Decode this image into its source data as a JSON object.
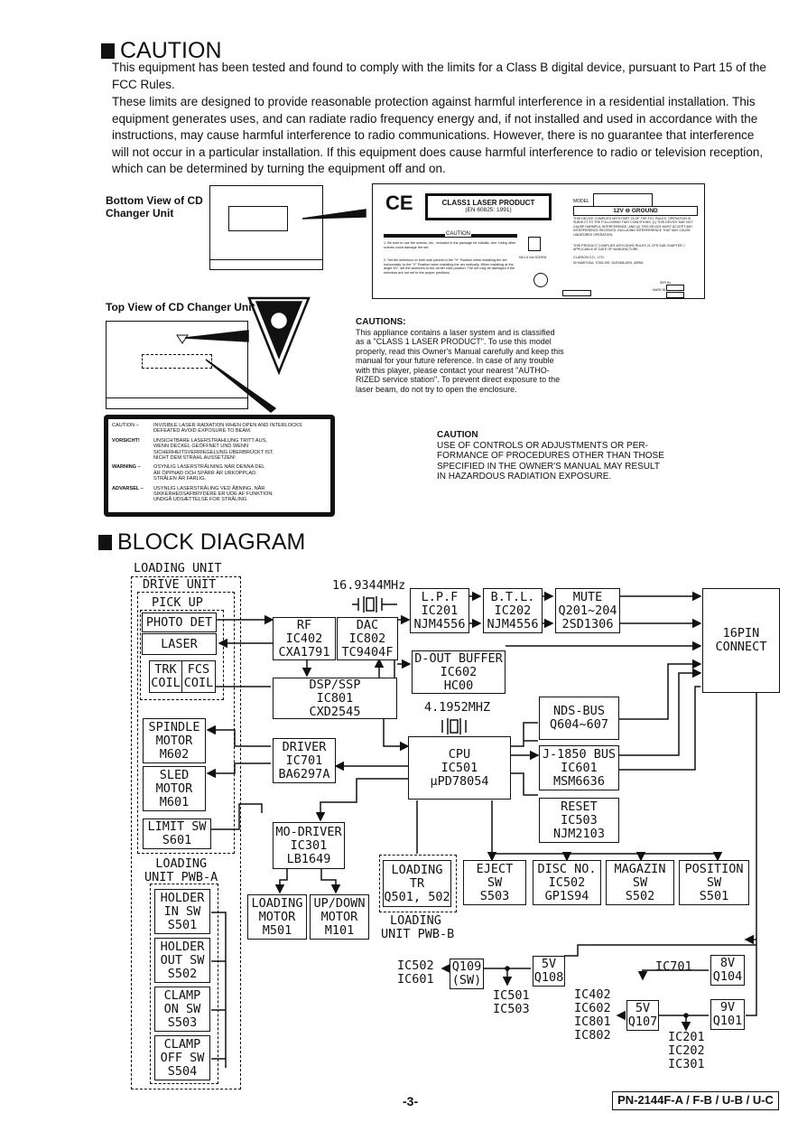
{
  "caution_section": {
    "heading": "CAUTION",
    "para1_line1": "This equipment has been tested and found to comply with the limits for a Class B digital device, pursuant to Part 15 of the",
    "para1_line2": "FCC Rules.",
    "para2_lines": [
      "These limits are designed to provide reasonable protection against harmful interference in a residential installation. This",
      "equipment generates uses, and can radiate radio frequency energy and, if not installed and used in accordance with the",
      "instructions, may cause harmful interference to radio communications. However, there is no guarantee that interference",
      "will not occur in a particular installation. If this equipment does cause harmful interference to radio or television reception,",
      "which can be determined by turning the equipment off and on."
    ],
    "bottom_view_label": [
      "Bottom View of CD",
      "Changer Unit"
    ],
    "top_view_label": "Top View of CD Changer Unit",
    "label_plate": {
      "ce_mark": "CE",
      "class1_title": "CLASS1 LASER PRODUCT",
      "class1_sub": "(EN 60825: 1991)",
      "model_label": "MODEL",
      "ground_text": "12V ⊖ GROUND",
      "caution_bar": "CAUTION",
      "screw_note": "1. Be sure to use the screws, etc., included in the package for installa- tion. Using other screws could damage the set.",
      "selector_note": "2. Set the selectors on both side panels to the \"H\" Position when installing the set horizontally, to the \"V\" Position when installing the set vertically. When installing at the angle 45°, set the selectors to the center click position. The set may be damaged if the selectors are not set to the proper positions.",
      "fcc_note": "THIS DEVICE COMPLIES WITH PART 15 OF THE FCC RULES. OPERATION IS SUBJECT TO THE FOLLOWING TWO CONDITIONS: (1) THIS DEVICE MAY NOT CAUSE HARMFUL INTERFERENCE, AND (2) THIS DEVICE MUST ACCEPT ANY INTERFERENCE RECEIVED, INCLUDING INTERFERENCE THAT MAY CAUSE UNDESIRED OPERATION.",
      "dhhs_note": "THIS PRODUCT COMPLIES WITH DHHS RULES 21 CFR SUB CHAPTER J APPLICABLE AT DATE OF MANUFACTURE.",
      "maker": "CLARION CO., LTD.",
      "address": "50 KAMITODA, TODA-SHI, SAITAMA-KEN, JAPAN",
      "screw_size": "M5 x 8 mm SCREW",
      "serial_label": "SER No.",
      "made_in": "MADE IN"
    },
    "cautions_box": {
      "title": "CAUTIONS:",
      "lines": [
        "This appliance contains a laser system and is classified",
        "as a \"CLASS 1 LASER PRODUCT\". To use this model",
        "properly, read this Owner's Manual carefully and keep this",
        "manual for your future reference. In case of any trouble",
        "with this player, please contact your nearest \"AUTHO-",
        "RIZED service station\". To prevent direct exposure to the",
        "laser beam, do not try to open the enclosure."
      ]
    },
    "warning_label": [
      {
        "tag": "CAUTION –",
        "text": [
          "INVISIBLE LASER RADIATION WHEN OPEN AND INTERLOCKS",
          "DEFEATED AVOID EXPOSURE TO BEAM."
        ]
      },
      {
        "tag": "VORSICHT!",
        "text": [
          "UNSICHTBARE LASERSTRAHLUNG TRITT AUS,",
          "WENN DECKEL GEÖFFNET UND WENN",
          "SICHERHEITSVERRIEGELUNG ÜBERBRÜCKT IST.",
          "NICHT DEM STRAHL AUSSETZEN!"
        ]
      },
      {
        "tag": "WARNING –",
        "text": [
          "OSYNLIG LASERSTRÅLNING NÄR DENNA DEL",
          "ÄR ÖPPNAD OCH SPÄRR ÄR URKOPPLAD.",
          "STRÅLEN ÄR FARLIG."
        ]
      },
      {
        "tag": "ADVARSEL –",
        "text": [
          "USYNLIG LASERSTRÅLING VED ÅBNING, NÅR",
          "SIKKERHEDSAFBRYDERE ER UDE AF FUNKTION.",
          "UNDGÅ UDSÆTTELSE FOR STRÅLING."
        ]
      }
    ],
    "caution2": {
      "title": "CAUTION",
      "lines": [
        "USE OF CONTROLS OR ADJUSTMENTS OR PER-",
        "FORMANCE OF PROCEDURES OTHER THAN THOSE",
        "SPECIFIED IN THE OWNER'S MANUAL MAY RESULT",
        "IN HAZARDOUS RADIATION EXPOSURE."
      ]
    }
  },
  "block_diagram": {
    "heading": "BLOCK DIAGRAM",
    "loading_unit": "LOADING UNIT",
    "drive_unit": "DRIVE UNIT",
    "pick_up": "PICK UP",
    "photo_det": "PHOTO DET",
    "laser": "LASER",
    "trk_coil": [
      "TRK",
      "COIL"
    ],
    "fcs_coil": [
      "FCS",
      "COIL"
    ],
    "spindle_motor": [
      "SPINDLE",
      "MOTOR",
      "M602"
    ],
    "sled_motor": [
      "SLED",
      "MOTOR",
      "M601"
    ],
    "limit_sw": [
      "LIMIT SW",
      "S601"
    ],
    "loading_unit_pwb_a": [
      "LOADING",
      "UNIT PWB-A"
    ],
    "holder_in": [
      "HOLDER",
      "IN SW",
      "S501"
    ],
    "holder_out": [
      "HOLDER",
      "OUT SW",
      "S502"
    ],
    "clamp_on": [
      "CLAMP",
      "ON SW",
      "S503"
    ],
    "clamp_off": [
      "CLAMP",
      "OFF SW",
      "S504"
    ],
    "crystal1": "16.9344MHz",
    "crystal2": "4.1952MHZ",
    "rf": [
      "RF",
      "IC402",
      "CXA1791"
    ],
    "dac": [
      "DAC",
      "IC802",
      "TC9404F"
    ],
    "lpf": [
      "L.P.F",
      "IC201",
      "NJM4556"
    ],
    "btl": [
      "B.T.L.",
      "IC202",
      "NJM4556"
    ],
    "mute": [
      "MUTE",
      "Q201~204",
      "2SD1306"
    ],
    "connect": [
      "16PIN",
      "CONNECT"
    ],
    "dout": [
      "D-OUT BUFFER",
      "IC602",
      "HC00"
    ],
    "dsp": [
      "DSP/SSP",
      "IC801",
      "CXD2545"
    ],
    "driver": [
      "DRIVER",
      "IC701",
      "BA6297A"
    ],
    "cpu": [
      "CPU",
      "IC501",
      "µPD78054"
    ],
    "nds": [
      "NDS-BUS",
      "Q604~607"
    ],
    "j1850": [
      "J-1850 BUS",
      "IC601",
      "MSM6636"
    ],
    "reset": [
      "RESET",
      "IC503",
      "NJM2103"
    ],
    "mo_driver": [
      "MO-DRIVER",
      "IC301",
      "LB1649"
    ],
    "loading_motor": [
      "LOADING",
      "MOTOR",
      "M501"
    ],
    "updown_motor": [
      "UP/DOWN",
      "MOTOR",
      "M101"
    ],
    "loading_tr": [
      "LOADING",
      "TR",
      "Q501, 502"
    ],
    "loading_unit_pwb_b": [
      "LOADING",
      "UNIT PWB-B"
    ],
    "eject": [
      "EJECT",
      "SW",
      "S503"
    ],
    "disc_no": [
      "DISC NO.",
      "IC502",
      "GP1S94"
    ],
    "magazin": [
      "MAGAZIN",
      "SW",
      "S502"
    ],
    "position": [
      "POSITION",
      "SW",
      "S501"
    ],
    "power": {
      "ic502_ic601": [
        "IC502",
        "IC601"
      ],
      "q109": [
        "Q109",
        "(SW)"
      ],
      "v5_q108": [
        "5V",
        "Q108"
      ],
      "ic501_ic503": [
        "IC501",
        "IC503"
      ],
      "ic_list_mid": [
        "IC402",
        "IC602",
        "IC801",
        "IC802"
      ],
      "v5_q107": [
        "5V",
        "Q107"
      ],
      "ic701": "IC701",
      "v8_q104": [
        "8V",
        "Q104"
      ],
      "v9_q101": [
        "9V",
        "Q101"
      ],
      "ic_list_right": [
        "IC201",
        "IC202",
        "IC301"
      ]
    }
  },
  "footer": {
    "page_number": "-3-",
    "model_code": "PN-2144F-A / F-B / U-B / U-C"
  }
}
